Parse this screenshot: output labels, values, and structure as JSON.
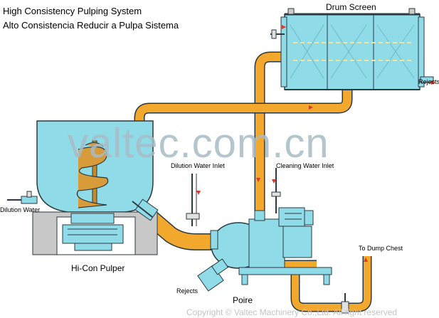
{
  "title_en": "High Consistency Pulping System",
  "title_es": "Alto Consistencia Reducir a Pulpa Sistema",
  "labels": {
    "drum_screen": "Drum Screen",
    "rejects_top": "Rejects",
    "dilution_water_inlet": "Dilution Water Inlet",
    "cleaning_water_inlet": "Cleaning Water Inlet",
    "dilution_water": "Dilution Water",
    "hi_con_pulper": "Hi-Con Pulper",
    "poire": "Poire",
    "rejects_bottom": "Rejects",
    "to_dump_chest": "To Dump Chest"
  },
  "watermark": "valtec.com.cn",
  "copyright": "Copyright © Valtec Machinery Co.,Ltd. All right reserved",
  "colors": {
    "equipment": "#8fdbe8",
    "pipe": "#f2a82c",
    "outline": "#2b3a40",
    "base": "#c8c8c8"
  }
}
